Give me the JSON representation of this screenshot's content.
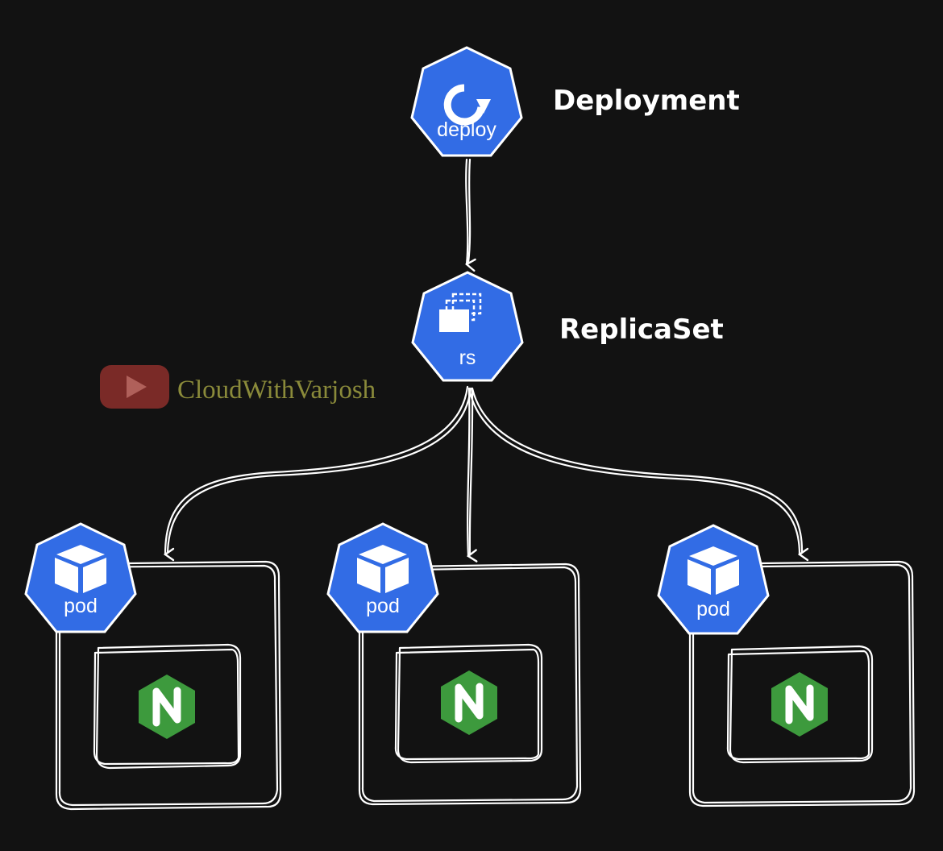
{
  "nodes": {
    "deployment": {
      "icon_label": "deploy",
      "caption": "Deployment",
      "icon": "deploy-rotate-icon"
    },
    "replicaset": {
      "icon_label": "rs",
      "caption": "ReplicaSet",
      "icon": "replicaset-stack-icon"
    },
    "pods": [
      {
        "icon_label": "pod",
        "icon": "pod-cube-icon",
        "container_icon": "nginx-icon"
      },
      {
        "icon_label": "pod",
        "icon": "pod-cube-icon",
        "container_icon": "nginx-icon"
      },
      {
        "icon_label": "pod",
        "icon": "pod-cube-icon",
        "container_icon": "nginx-icon"
      }
    ]
  },
  "watermark": {
    "text": "CloudWithVarjosh",
    "icon": "youtube-play-icon"
  },
  "colors": {
    "background": "#121212",
    "k8s_blue": "#326ce5",
    "nginx_green": "#3d9a3d",
    "line": "#ffffff",
    "watermark_text": "#8a8a3a",
    "youtube_red": "#7a2a27"
  }
}
